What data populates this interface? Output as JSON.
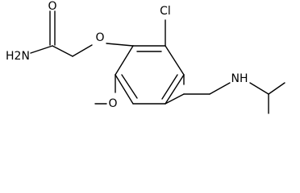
{
  "molecule": {
    "atom_labels": {
      "amide_oxygen": "O",
      "amide_nitrogen": "H2N",
      "ether_oxygen": "O",
      "chlorine": "Cl",
      "methoxy_oxygen": "O",
      "amine_nitrogen": "NH"
    }
  },
  "colors": {
    "bond": "#000000",
    "text": "#000000",
    "background": "#ffffff"
  }
}
